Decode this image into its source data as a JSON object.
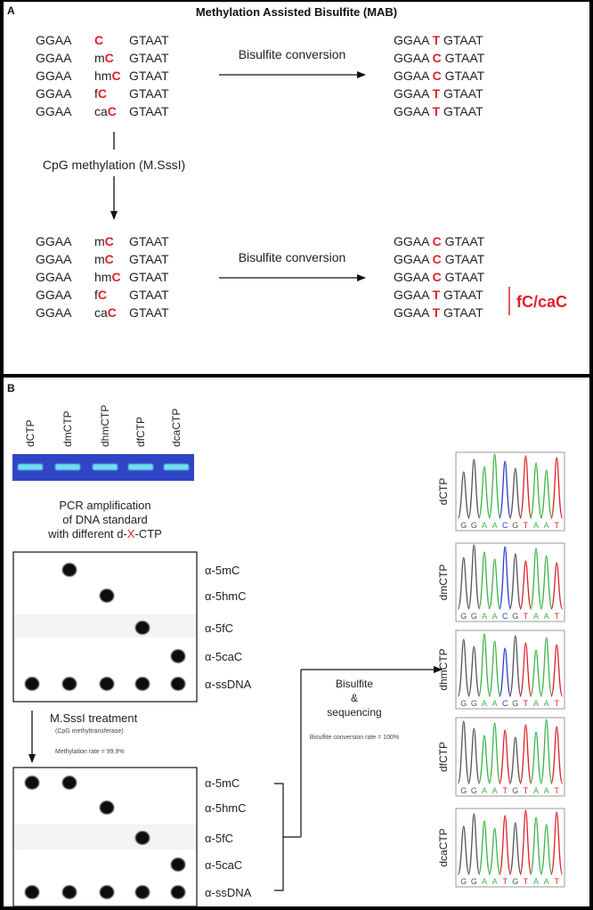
{
  "panel_a": {
    "letter": "A",
    "title": "Methylation Assisted Bisulfite (MAB)",
    "arrow_label": "Bisulfite conversion",
    "methylation_label": "CpG methylation (M.SssI)",
    "bracket_label": "fC/caC",
    "top_rows": [
      {
        "left": "GGAA",
        "mod": "",
        "base": "C",
        "right": "GTAAT",
        "out_left": "GGAA",
        "out_base": "T",
        "out_right": "GTAAT"
      },
      {
        "left": "GGAA",
        "mod": "m",
        "base": "C",
        "right": "GTAAT",
        "out_left": "GGAA",
        "out_base": "C",
        "out_right": "GTAAT"
      },
      {
        "left": "GGAA",
        "mod": "hm",
        "base": "C",
        "right": "GTAAT",
        "out_left": "GGAA",
        "out_base": "C",
        "out_right": "GTAAT"
      },
      {
        "left": "GGAA",
        "mod": "f",
        "base": "C",
        "right": "GTAAT",
        "out_left": "GGAA",
        "out_base": "T",
        "out_right": "GTAAT"
      },
      {
        "left": "GGAA",
        "mod": "ca",
        "base": "C",
        "right": "GTAAT",
        "out_left": "GGAA",
        "out_base": "T",
        "out_right": "GTAAT"
      }
    ],
    "bottom_rows": [
      {
        "left": "GGAA",
        "mod": "m",
        "base": "C",
        "right": "GTAAT",
        "out_left": "GGAA",
        "out_base": "C",
        "out_right": "GTAAT"
      },
      {
        "left": "GGAA",
        "mod": "m",
        "base": "C",
        "right": "GTAAT",
        "out_left": "GGAA",
        "out_base": "C",
        "out_right": "GTAAT"
      },
      {
        "left": "GGAA",
        "mod": "hm",
        "base": "C",
        "right": "GTAAT",
        "out_left": "GGAA",
        "out_base": "C",
        "out_right": "GTAAT"
      },
      {
        "left": "GGAA",
        "mod": "f",
        "base": "C",
        "right": "GTAAT",
        "out_left": "GGAA",
        "out_base": "T",
        "out_right": "GTAAT"
      },
      {
        "left": "GGAA",
        "mod": "ca",
        "base": "C",
        "right": "GTAAT",
        "out_left": "GGAA",
        "out_base": "T",
        "out_right": "GTAAT"
      }
    ]
  },
  "panel_b": {
    "letter": "B",
    "lanes": [
      "dCTP",
      "dmCTP",
      "dhmCTP",
      "dfCTP",
      "dcaCTP"
    ],
    "pcr_line1": "PCR amplification",
    "pcr_line2": "of DNA standard",
    "pcr_line3_pre": "with different d-",
    "pcr_line3_x": "X",
    "pcr_line3_post": "-CTP",
    "blot_labels": [
      "α-5mC",
      "α-5hmC",
      "α-5fC",
      "α-5caC",
      "α-ssDNA"
    ],
    "blot1_dots": [
      [
        1
      ],
      [
        2
      ],
      [
        3
      ],
      [
        4
      ],
      [
        0,
        1,
        2,
        3,
        4
      ]
    ],
    "blot2_dots": [
      [
        0,
        1
      ],
      [
        2
      ],
      [
        3
      ],
      [
        4
      ],
      [
        0,
        1,
        2,
        3,
        4
      ]
    ],
    "msssi_title": "M.SssI treatment",
    "msssi_sub": "(CpG methyltransferase)",
    "methylation_rate": "Methylation rate = 99.9%",
    "bisulfite_line1": "Bisulfite",
    "bisulfite_line2": "&",
    "bisulfite_line3": "sequencing",
    "conversion_rate": "Bisulfite conversion rate = 100%",
    "seq_panels": [
      {
        "label": "dCTP",
        "seq": "GGAACGTAAT"
      },
      {
        "label": "dmCTP",
        "seq": "GGAACGTAAT"
      },
      {
        "label": "dhmCTP",
        "seq": "GGAACGTAAT"
      },
      {
        "label": "dfCTP",
        "seq": "GGAATGTAAT"
      },
      {
        "label": "dcaCTP",
        "seq": "GGAATGTAAT"
      }
    ]
  },
  "colors": {
    "red": "#e0202b",
    "text": "#222222",
    "gel_blue": "#2f45c6",
    "band": "#6fe0f0",
    "trace_G": "#555555",
    "trace_A": "#3fb34a",
    "trace_C": "#2b3fd0",
    "trace_T": "#e0202b"
  }
}
